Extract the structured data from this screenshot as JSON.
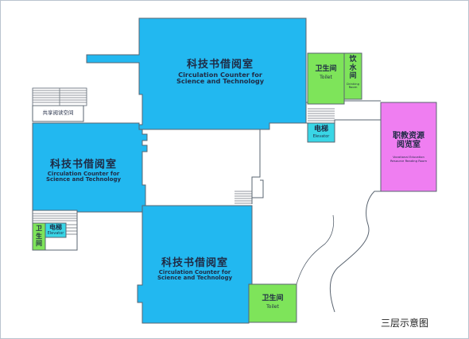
{
  "map": {
    "title": "三层示意图",
    "colors": {
      "reading": "#22b8f0",
      "toilet": "#7ee45a",
      "water": "#7ee45a",
      "elevator": "#39d6e6",
      "vocational": "#ef7ef1",
      "outline": "#5a6470",
      "stairs": "#6b737c",
      "bg": "#ffffff"
    },
    "rooms": {
      "reading_top": {
        "cn": "科技书借阅室",
        "en1": "Circulation Counter for",
        "en2": "Science and Technology"
      },
      "reading_left": {
        "cn": "科技书借阅室",
        "en1": "Circulation Counter for",
        "en2": "Science and Technology"
      },
      "reading_bottom": {
        "cn": "科技书借阅室",
        "en1": "Circulation Counter for",
        "en2": "Science and Technology"
      },
      "toilet_top": {
        "cn": "卫生间",
        "en": "Toilet"
      },
      "water": {
        "cn1": "饮",
        "cn2": "水间",
        "en": "Drinking Room"
      },
      "elevator_right": {
        "cn": "电梯",
        "en": "Elevator"
      },
      "vocational": {
        "cn1": "职教资源",
        "cn2": "阅览室",
        "en1": "Vocational Education",
        "en2": "Resource Reading Room"
      },
      "shared_space": {
        "cn": "共享阅读空间"
      },
      "toilet_left": {
        "cn1": "卫",
        "cn2": "生",
        "cn3": "间"
      },
      "elevator_left": {
        "cn": "电梯",
        "en": "Elevator"
      },
      "toilet_bottom": {
        "cn": "卫生间",
        "en": "Toilet"
      }
    }
  }
}
